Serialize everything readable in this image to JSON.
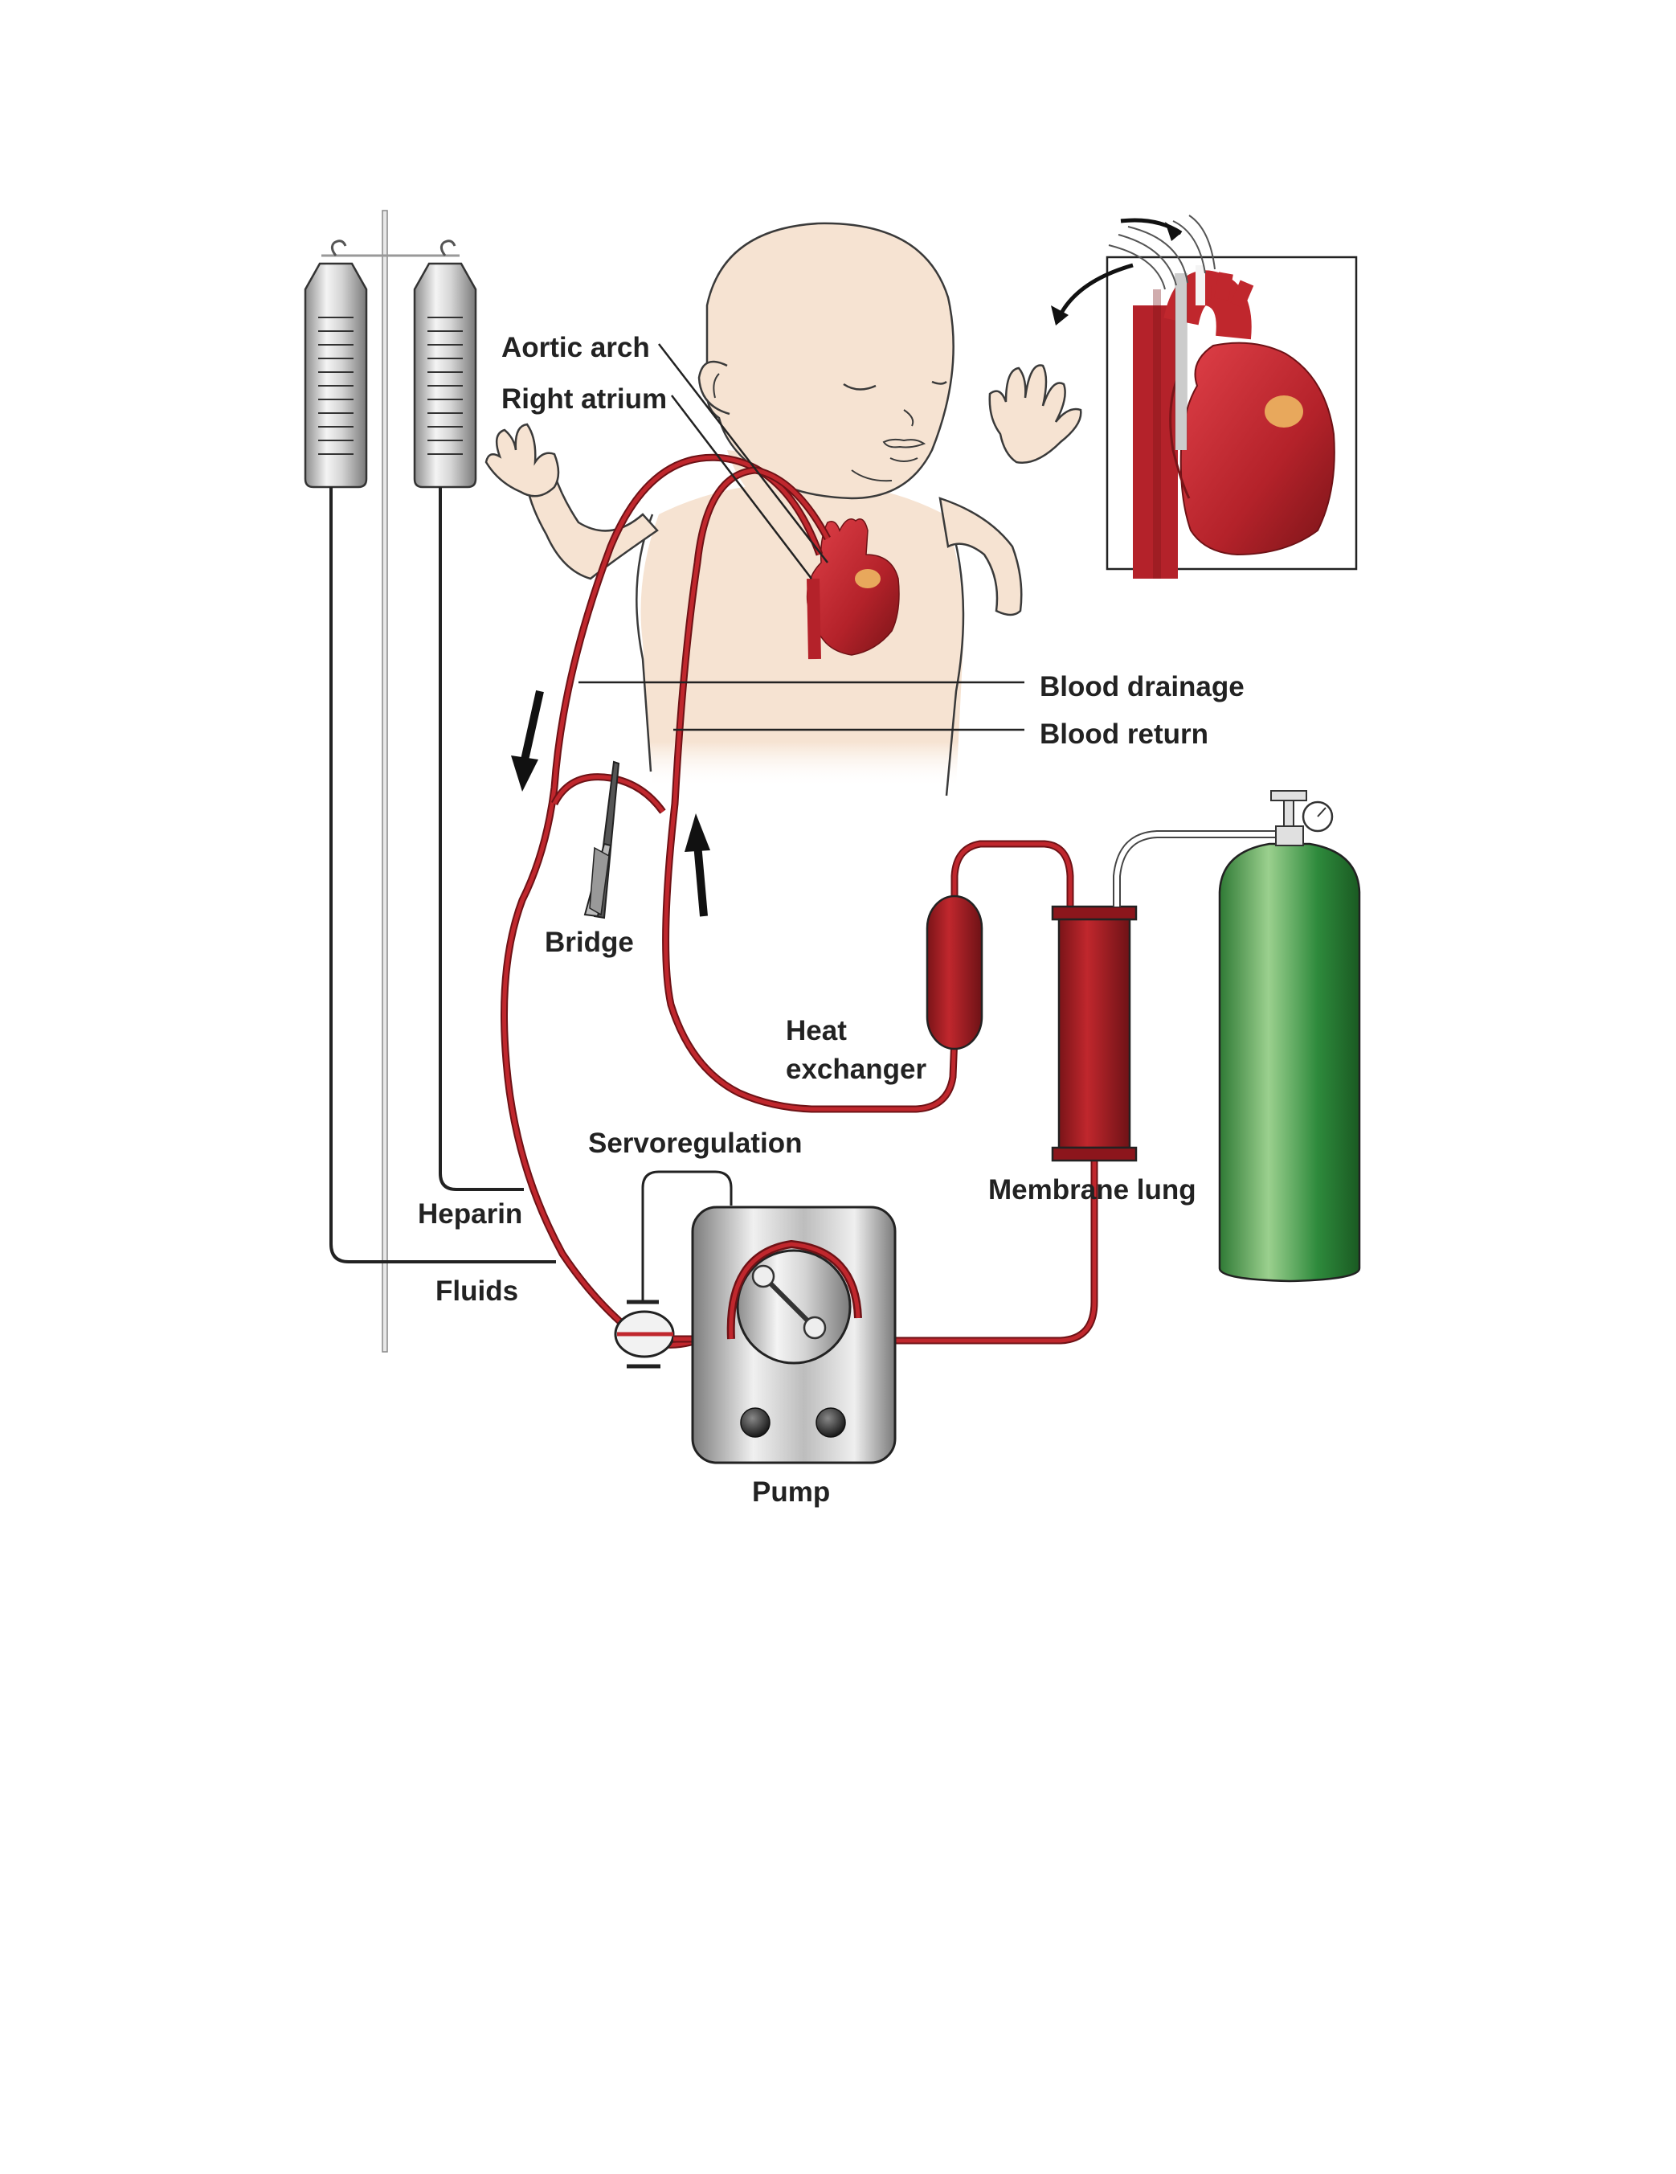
{
  "labels": {
    "aortic_arch": "Aortic arch",
    "right_atrium": "Right atrium",
    "blood_drainage": "Blood drainage",
    "blood_return": "Blood return",
    "bridge": "Bridge",
    "heat_exchanger_line1": "Heat",
    "heat_exchanger_line2": "exchanger",
    "servoregulation": "Servoregulation",
    "membrane_lung": "Membrane lung",
    "heparin": "Heparin",
    "fluids": "Fluids",
    "pump": "Pump"
  },
  "colors": {
    "tubing": "#a8202a",
    "heart": "#c0272d",
    "heart_dark": "#7a1418",
    "skin": "#f6e3d2",
    "outline": "#2a2a2a",
    "oxygen_tank": "#2e8a3c",
    "fat_pad": "#e8a85c",
    "metal": "#c8c8c8"
  },
  "icons": [
    "iv-bag-icon",
    "pump-icon",
    "oxygen-tank-icon",
    "membrane-lung-icon",
    "heat-exchanger-icon",
    "clamp-icon",
    "heart-icon",
    "flow-arrow-icon"
  ]
}
